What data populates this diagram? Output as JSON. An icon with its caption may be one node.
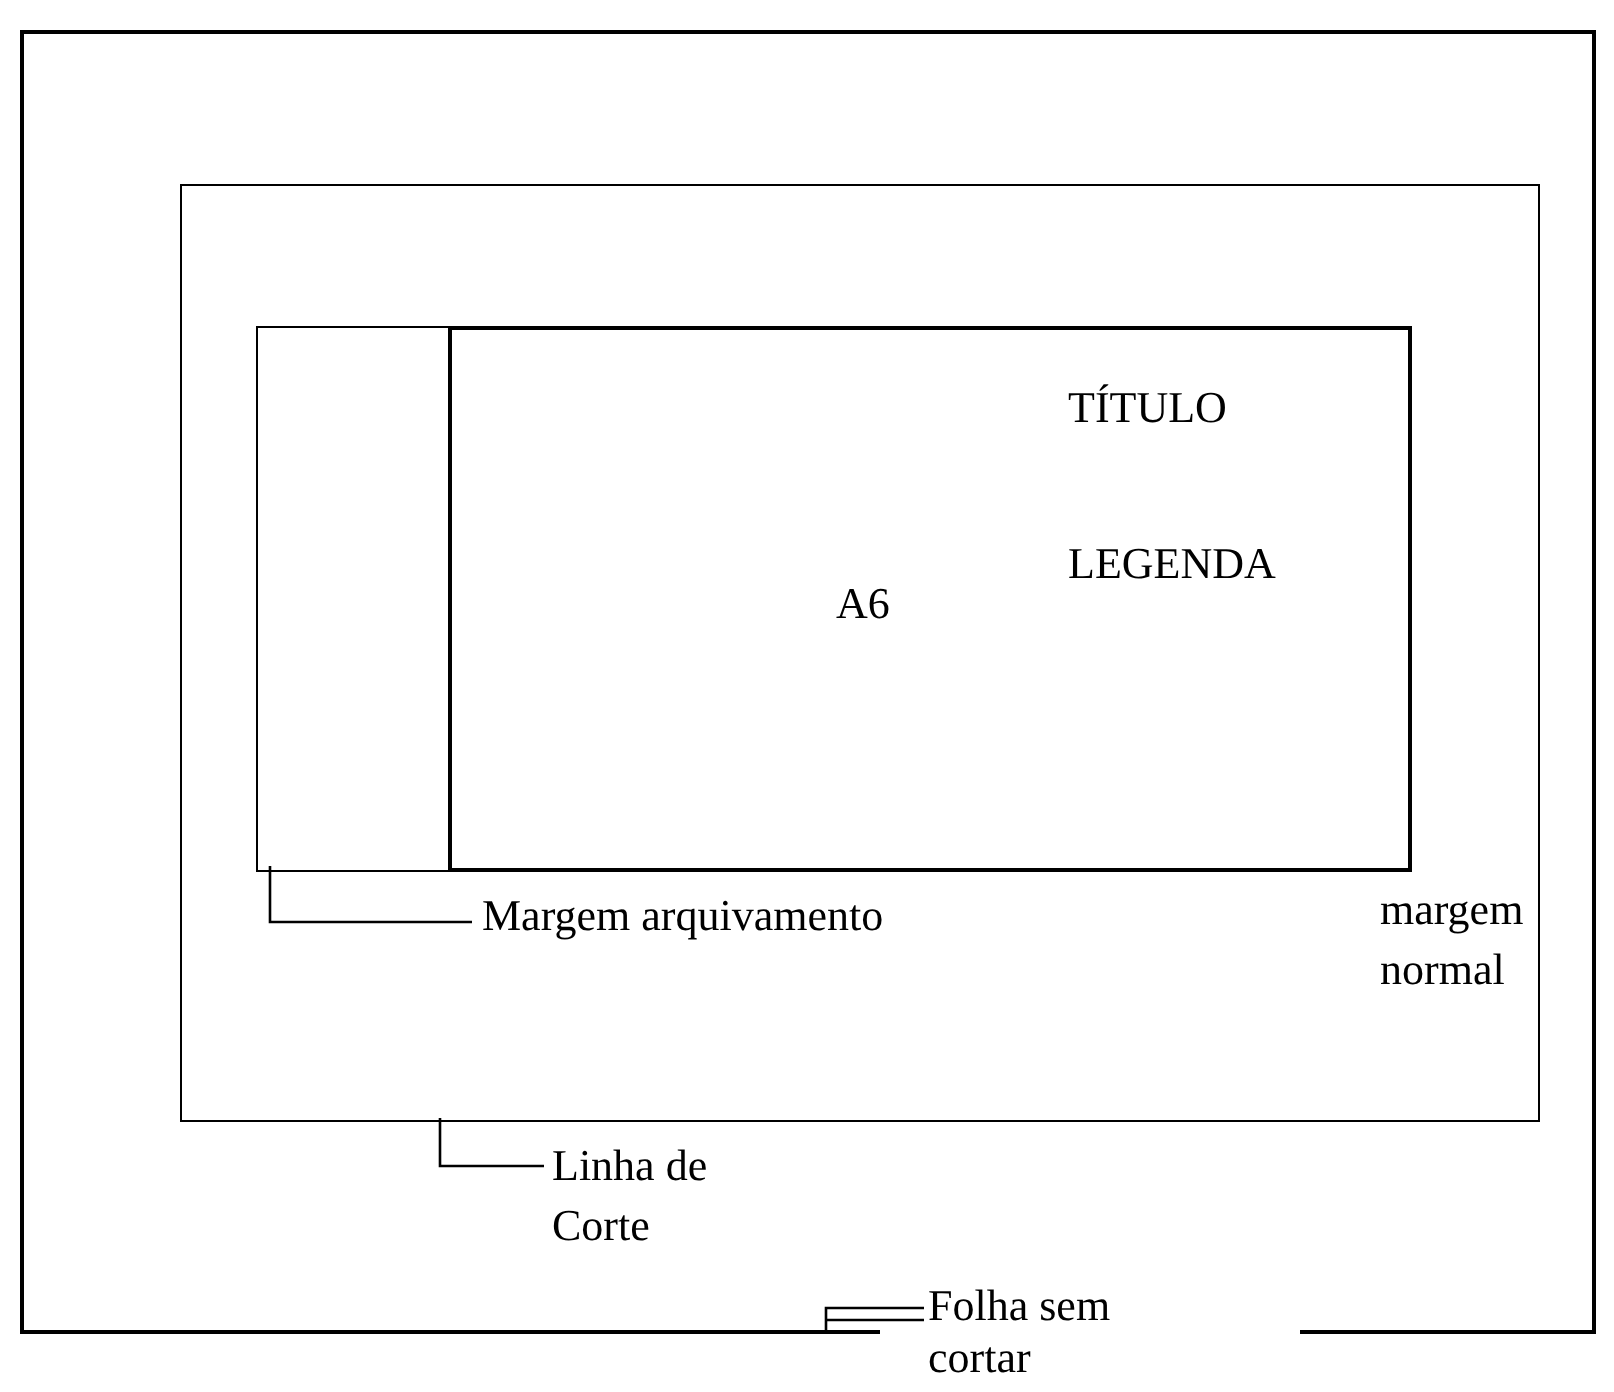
{
  "diagram": {
    "nodes": [
      {
        "text": [],
        "shape": "box"
      },
      {
        "text": [],
        "shape": "box",
        "in": 0
      },
      {
        "text": [],
        "shape": "box",
        "in": 1
      },
      {
        "text": [
          "TÍTULO",
          "LEGENDA",
          "A6"
        ],
        "in": 1
      },
      {
        "text": [
          "Margem arquivamento"
        ],
        "in": 1
      },
      {
        "text": [
          "Linha de Corte"
        ],
        "in": 0
      },
      {
        "text": [
          "Folha sem cortar"
        ]
      }
    ],
    "edges": [
      {
        "from": 4,
        "to": 2,
        "arrow": "none"
      },
      {
        "from": 5,
        "to": 1,
        "arrow": "none"
      },
      {
        "from": 6,
        "to": 0,
        "arrow": "none"
      }
    ],
    "labels": [
      "margem normal"
    ]
  }
}
